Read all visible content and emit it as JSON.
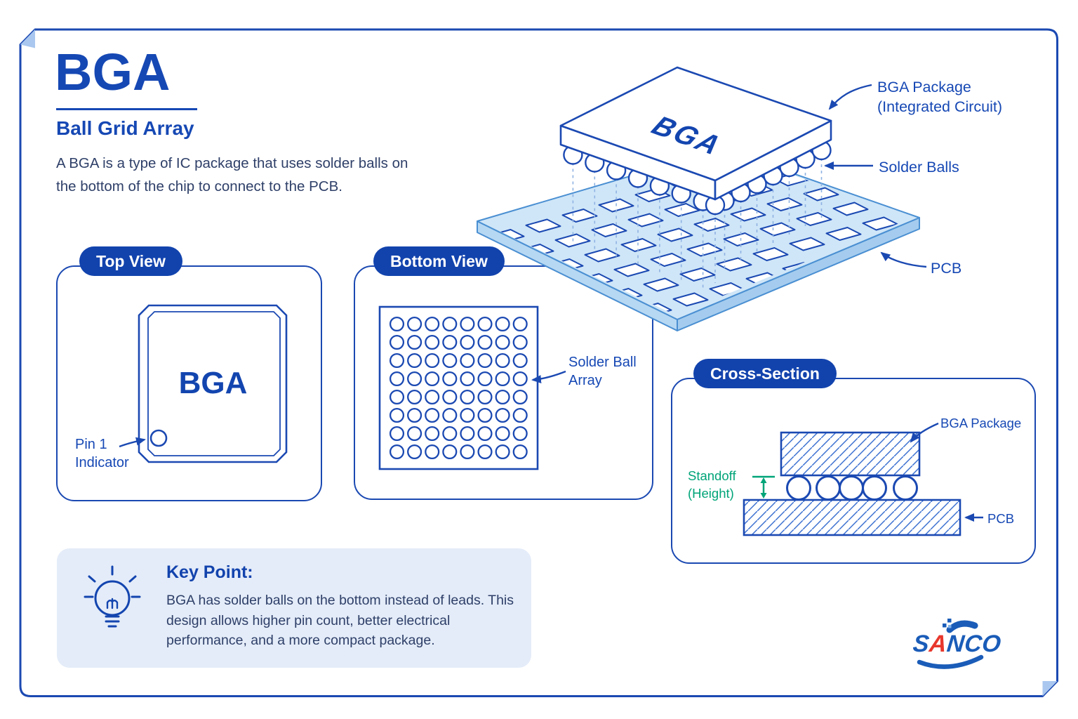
{
  "header": {
    "title": "BGA",
    "subtitle": "Ball Grid Array",
    "description": "A BGA is a type of IC package that uses solder balls on the bottom of the chip to connect to the PCB."
  },
  "hero": {
    "chip_label": "BGA",
    "package_label": "BGA Package (Integrated Circuit)",
    "solder_balls_label": "Solder Balls",
    "pcb_label": "PCB"
  },
  "top_view": {
    "badge": "Top View",
    "chip_label": "BGA",
    "pin1_label": "Pin 1 Indicator"
  },
  "bottom_view": {
    "badge": "Bottom View",
    "array_label": "Solder Ball Array",
    "grid_rows": 8,
    "grid_cols": 8
  },
  "cross_section": {
    "badge": "Cross-Section",
    "package_label": "BGA Package",
    "pcb_label": "PCB",
    "standoff_label": "Standoff (Height)",
    "solder_ball_count": 5
  },
  "key_point": {
    "heading": "Key Point:",
    "body": "BGA has solder balls on the bottom instead of leads. This design allows higher pin count, better electrical performance, and a more compact package."
  },
  "logo": {
    "part1": "S",
    "part2": "A",
    "part3": "NCO"
  },
  "colors": {
    "primary_blue": "#1648b4",
    "stroke_blue": "#1b49b2",
    "badge_blue": "#1243ad",
    "navy_text": "#2e3f68",
    "pcb_fill": "#cfe6f8",
    "fold_blue": "#a9c7ef",
    "keypoint_bg": "#e4ecf9",
    "green_accent": "#00a478",
    "logo_red": "#e8372c"
  }
}
